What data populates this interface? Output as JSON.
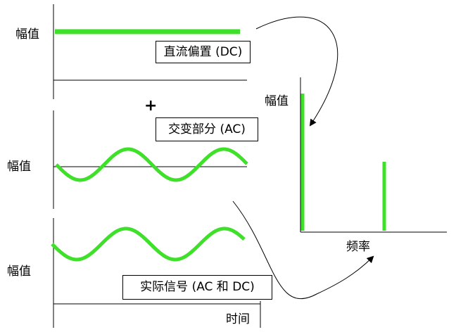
{
  "labels": {
    "amplitude": "幅值",
    "dc_box": "直流偏置 (DC)",
    "plus": "+",
    "ac_box": "交变部分 (AC)",
    "signal_box": "实际信号 (AC 和 DC)",
    "time": "时间",
    "frequency": "频率"
  },
  "colors": {
    "signal": "#3ee02a",
    "axis": "#000000",
    "background": "#ffffff"
  }
}
